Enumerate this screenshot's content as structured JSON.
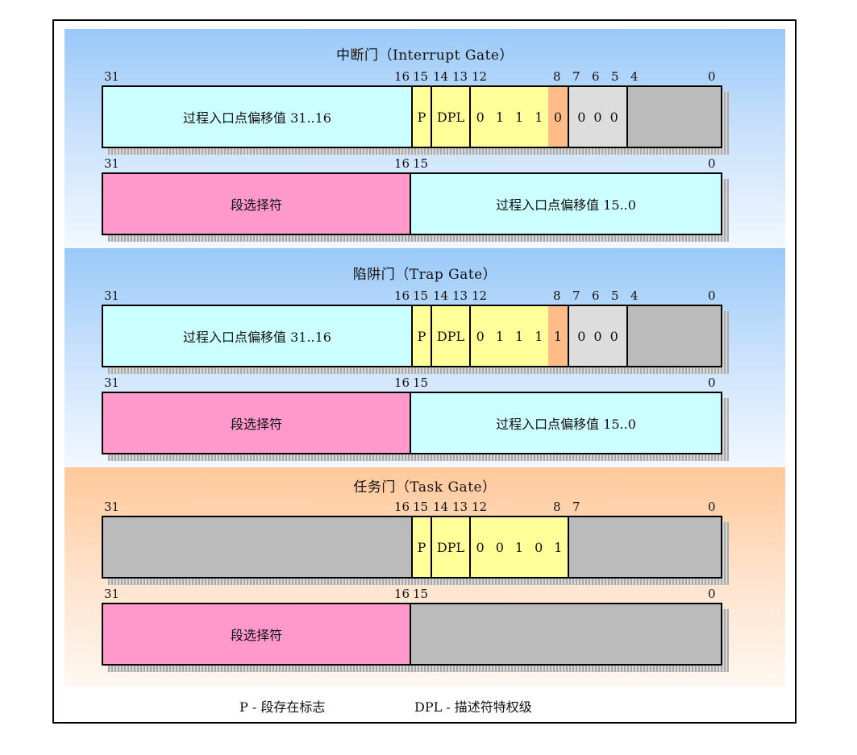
{
  "legend": {
    "p": "P - 段存在标志",
    "dpl": "DPL - 描述符特权级"
  },
  "interrupt_gate": {
    "title": "中断门（Interrupt Gate）",
    "high_bits": [
      "31",
      "16",
      "15",
      "14",
      "13",
      "12",
      "8",
      "7",
      "6",
      "5",
      "4",
      "0"
    ],
    "high_cells": {
      "offset_high": "过程入口点偏移值 31..16",
      "p": "P",
      "dpl": "DPL",
      "type_bits": [
        "0",
        "1",
        "1",
        "1"
      ],
      "d_bit": "0",
      "zero_bits": [
        "0",
        "0",
        "0"
      ]
    },
    "low_bits": [
      "31",
      "16",
      "15",
      "0"
    ],
    "low_cells": {
      "selector": "段选择符",
      "offset_low": "过程入口点偏移值 15..0"
    }
  },
  "trap_gate": {
    "title": "陷阱门（Trap Gate）",
    "high_bits": [
      "31",
      "16",
      "15",
      "14",
      "13",
      "12",
      "8",
      "7",
      "6",
      "5",
      "4",
      "0"
    ],
    "high_cells": {
      "offset_high": "过程入口点偏移值 31..16",
      "p": "P",
      "dpl": "DPL",
      "type_bits": [
        "0",
        "1",
        "1",
        "1"
      ],
      "d_bit": "1",
      "zero_bits": [
        "0",
        "0",
        "0"
      ]
    },
    "low_bits": [
      "31",
      "16",
      "15",
      "0"
    ],
    "low_cells": {
      "selector": "段选择符",
      "offset_low": "过程入口点偏移值 15..0"
    }
  },
  "task_gate": {
    "title": "任务门（Task Gate）",
    "high_bits": [
      "31",
      "16",
      "15",
      "14",
      "13",
      "12",
      "8",
      "7",
      "0"
    ],
    "high_cells": {
      "p": "P",
      "dpl": "DPL",
      "type_bits": [
        "0",
        "0",
        "1",
        "0",
        "1"
      ]
    },
    "low_bits": [
      "31",
      "16",
      "15",
      "0"
    ],
    "low_cells": {
      "selector": "段选择符"
    }
  }
}
